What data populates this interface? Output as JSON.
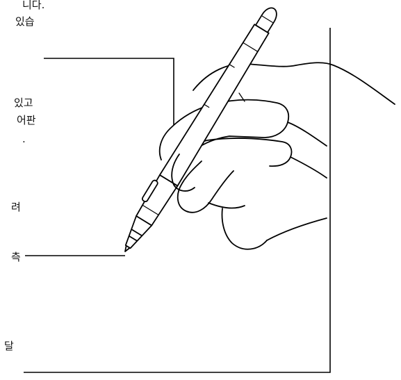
{
  "text_fragments": [
    {
      "id": "nida",
      "text": "니다."
    },
    {
      "id": "itseup",
      "text": "있습"
    },
    {
      "id": "itgo",
      "text": "있고"
    },
    {
      "id": "eopan",
      "text": "어판"
    },
    {
      "id": "period",
      "text": "."
    },
    {
      "id": "ryeo",
      "text": "려"
    },
    {
      "id": "cheuk",
      "text": "측"
    },
    {
      "id": "dal",
      "text": "달"
    }
  ],
  "colors": {
    "line": "#000000",
    "background": "#ffffff",
    "text": "#111111"
  }
}
